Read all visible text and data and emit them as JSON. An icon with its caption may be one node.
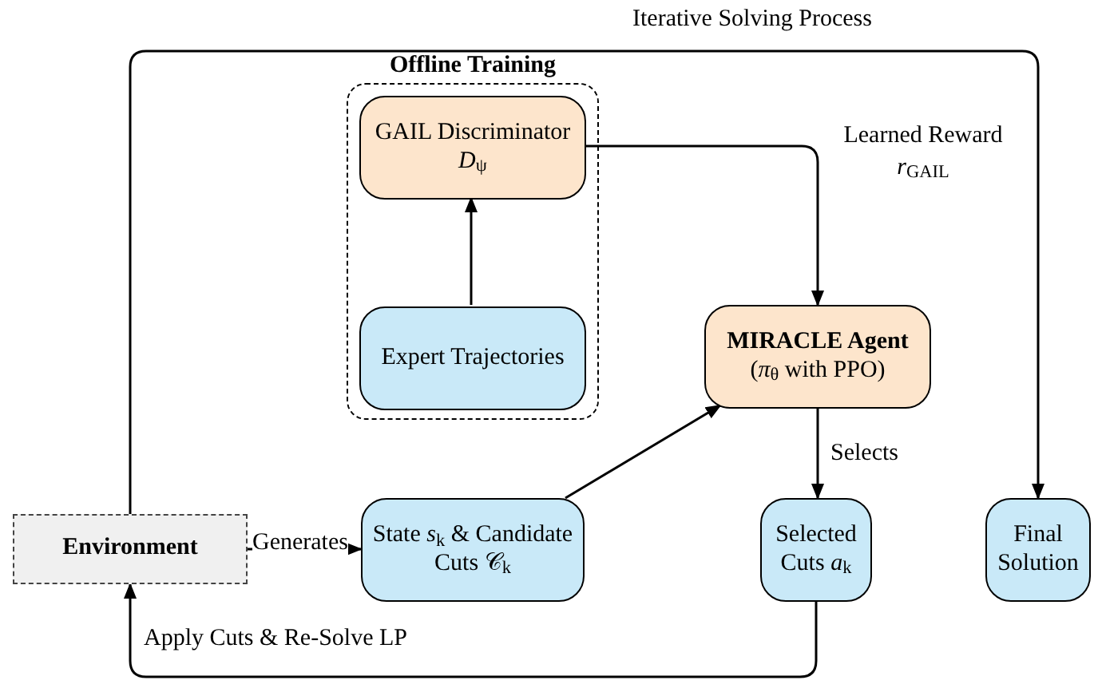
{
  "diagram": {
    "nodes": [
      {
        "text": [
          "Offline Training"
        ]
      },
      {
        "text": [
          "GAIL Discriminator *D*$_{ψ}$"
        ],
        "in": 0
      },
      {
        "text": [
          "Expert Trajectories"
        ],
        "in": 0
      },
      {
        "text": [
          "MIRACLE Agent",
          "(*π*$_{θ}$ with PPO)"
        ]
      },
      {
        "text": [
          "Environment"
        ]
      },
      {
        "text": [
          "State *s*$_{k}$ & Candidate Cuts 𝒞$_{k}$"
        ]
      },
      {
        "text": [
          "Selected Cuts *a*$_{k}$"
        ]
      },
      {
        "text": [
          "Final Solution"
        ]
      }
    ],
    "edges": [
      {
        "from": 2,
        "to": 1,
        "arrow": "to"
      },
      {
        "from": 1,
        "to": 3,
        "arrow": "to",
        "label": "Learned Reward *r*$_{GAIL}$"
      },
      {
        "from": 4,
        "to": 5,
        "arrow": "to",
        "label": "Generates"
      },
      {
        "from": 5,
        "to": 3,
        "arrow": "to"
      },
      {
        "from": 3,
        "to": 6,
        "arrow": "to",
        "label": "Selects"
      },
      {
        "from": 6,
        "to": 4,
        "arrow": "to",
        "label": "Apply Cuts & Re-Solve LP"
      },
      {
        "from": 4,
        "to": 7,
        "arrow": "to",
        "label": "Iterative Solving Process"
      }
    ]
  }
}
